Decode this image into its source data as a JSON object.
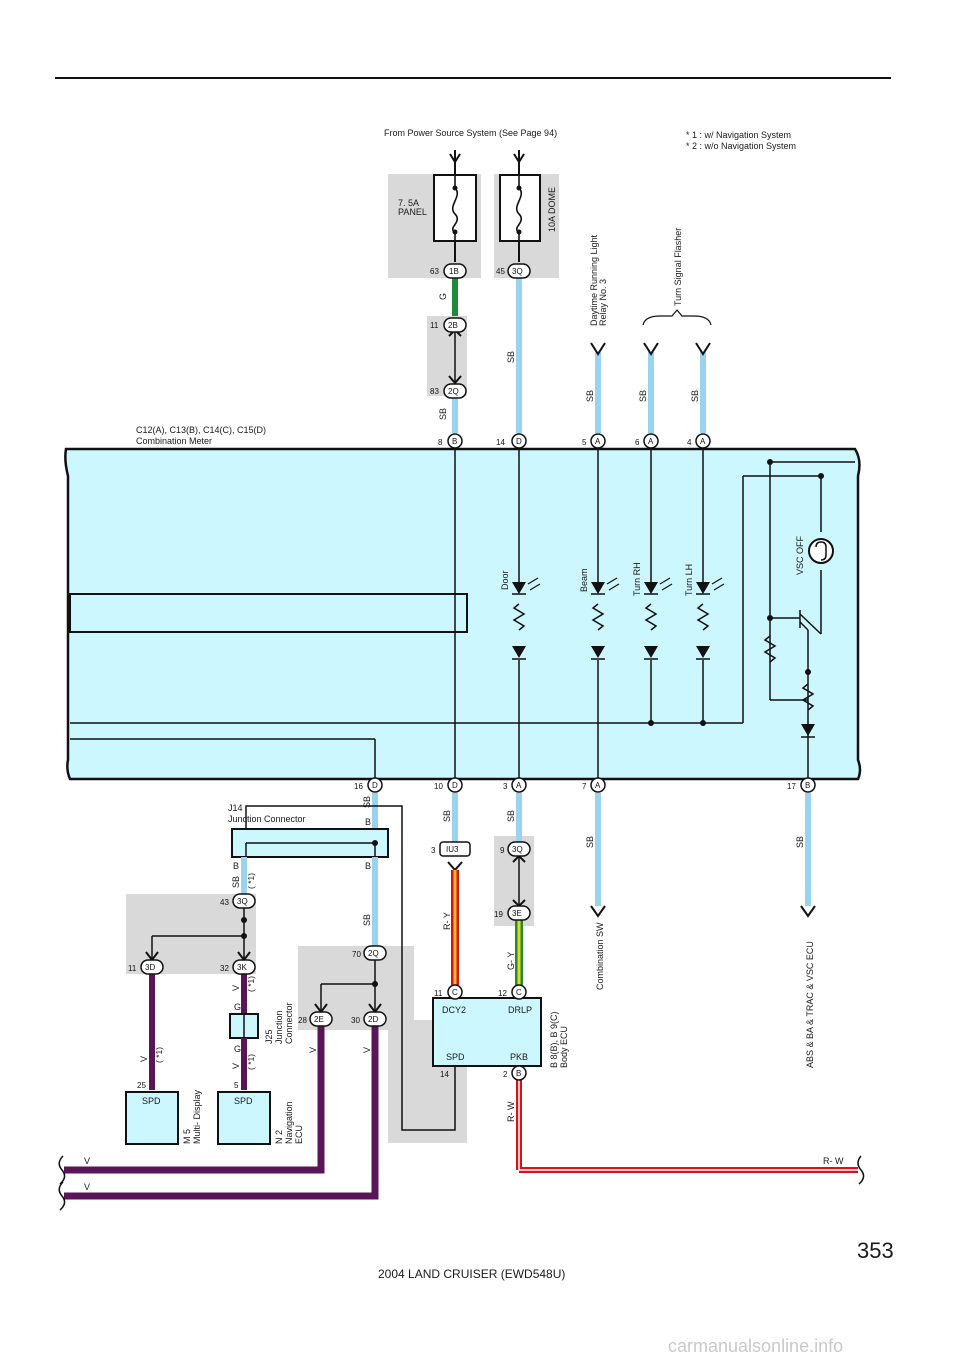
{
  "page": {
    "number": "353",
    "footer": "2004 LAND CRUISER (EWD548U)",
    "watermark": "carmanualsonline.info"
  },
  "header": {
    "source": "From Power Source System (See Page 94)",
    "note1": "* 1 : w/ Navigation System",
    "note2": "* 2 : w/o Navigation System"
  },
  "fuses": {
    "panel_line1": "7. 5A",
    "panel_line2": "PANEL",
    "dome": "10A DOME"
  },
  "meter": {
    "title1": "C12(A), C13(B), C14(C), C15(D)",
    "title2": "Combination Meter",
    "lamps": {
      "door": "Door",
      "beam": "Beam",
      "turn_rh": "Turn RH",
      "turn_lh": "Turn LH",
      "vsc_off": "VSC OFF"
    }
  },
  "top_right": {
    "drl_relay_line1": "Daytime Running Light",
    "drl_relay_line2": "Relay No. 3",
    "turn_flasher": "Turn Signal Flasher"
  },
  "pins": {
    "p63": "63",
    "c1B": "1B",
    "p45": "45",
    "c3Q": "3Q",
    "p11a": "11",
    "c2B": "2B",
    "p83": "83",
    "c2Q": "2Q",
    "p8": "8",
    "cB": "B",
    "p14": "14",
    "cD": "D",
    "p5": "5",
    "cA": "A",
    "p6": "6",
    "p4": "4",
    "p16": "16",
    "p10": "10",
    "p3": "3",
    "p7": "7",
    "p17": "17",
    "p3b": "3",
    "cIU3": "IU3",
    "p9": "9",
    "p43": "43",
    "p19": "19",
    "c3E": "3E",
    "p11b": "11",
    "c3D": "3D",
    "p32": "32",
    "c3K": "3K",
    "p70": "70",
    "p28": "28",
    "c2E": "2E",
    "p30": "30",
    "c2D": "2D",
    "p11c": "11",
    "cC": "C",
    "p12": "12",
    "p14b": "14",
    "p2": "2",
    "p25": "25",
    "p5b": "5"
  },
  "wires": {
    "G": "G",
    "SB": "SB",
    "B": "B",
    "V": "V",
    "RY": "R- Y",
    "GY": "G- Y",
    "RW": "R- W",
    "star1": "( *1)"
  },
  "components": {
    "j14_line1": "J14",
    "j14_line2": "Junction Connector",
    "j25_line1": "J25",
    "j25_line2": "Junction",
    "j25_line3": "Connector",
    "body_ecu_line1": "B 8(B), B 9(C)",
    "body_ecu_line2": "Body ECU",
    "dcy2": "DCY2",
    "drlp": "DRLP",
    "spd": "SPD",
    "pkb": "PKB",
    "m5_line1": "M 5",
    "m5_line2": "Multi- Display",
    "n2_line1": "N 2",
    "n2_line2": "Navigation",
    "n2_line3": "ECU",
    "comb_sw": "Combination SW",
    "abs_ecu": "ABS & BA & TRAC & VSC ECU"
  },
  "colors": {
    "meter_fill": "#ccf7ff",
    "sb_wire": "#99d3f0",
    "g_wire": "#1f8a3c",
    "v_wire": "#5a1458",
    "rw_wire": "#d4141d",
    "ry_outer": "#d4141d",
    "ry_inner": "#f0c018",
    "gy_outer": "#1f8a3c",
    "gy_inner": "#e8d818",
    "junction_fill": "#d9d9d9"
  }
}
